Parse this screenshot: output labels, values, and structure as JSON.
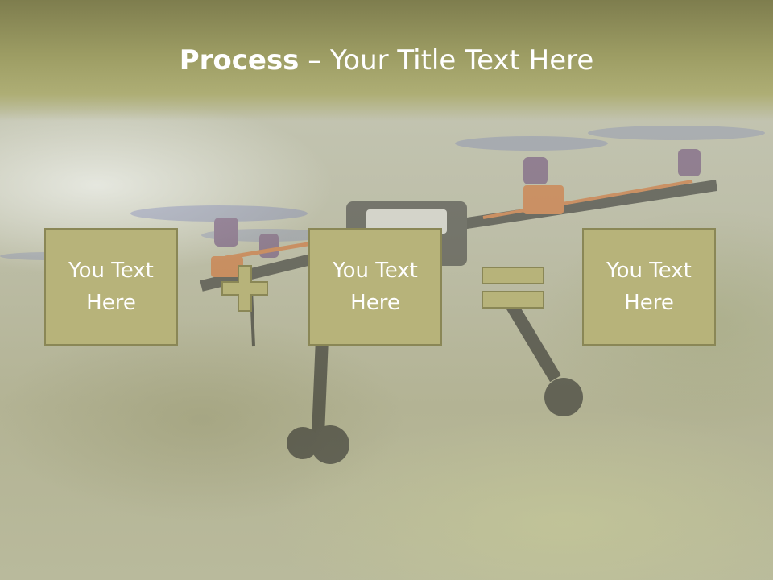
{
  "slide": {
    "title_bold": "Process",
    "title_rest": " – Your Title Text Here"
  },
  "process": {
    "box1": "You Text Here",
    "operator1": "plus-icon",
    "box2": "You Text Here",
    "operator2": "equals-icon",
    "box3": "You Text Here"
  },
  "colors": {
    "title_band": "#9c9c63",
    "box_fill": "#b7b37a",
    "box_border": "#8a8756",
    "text": "#ffffff"
  }
}
